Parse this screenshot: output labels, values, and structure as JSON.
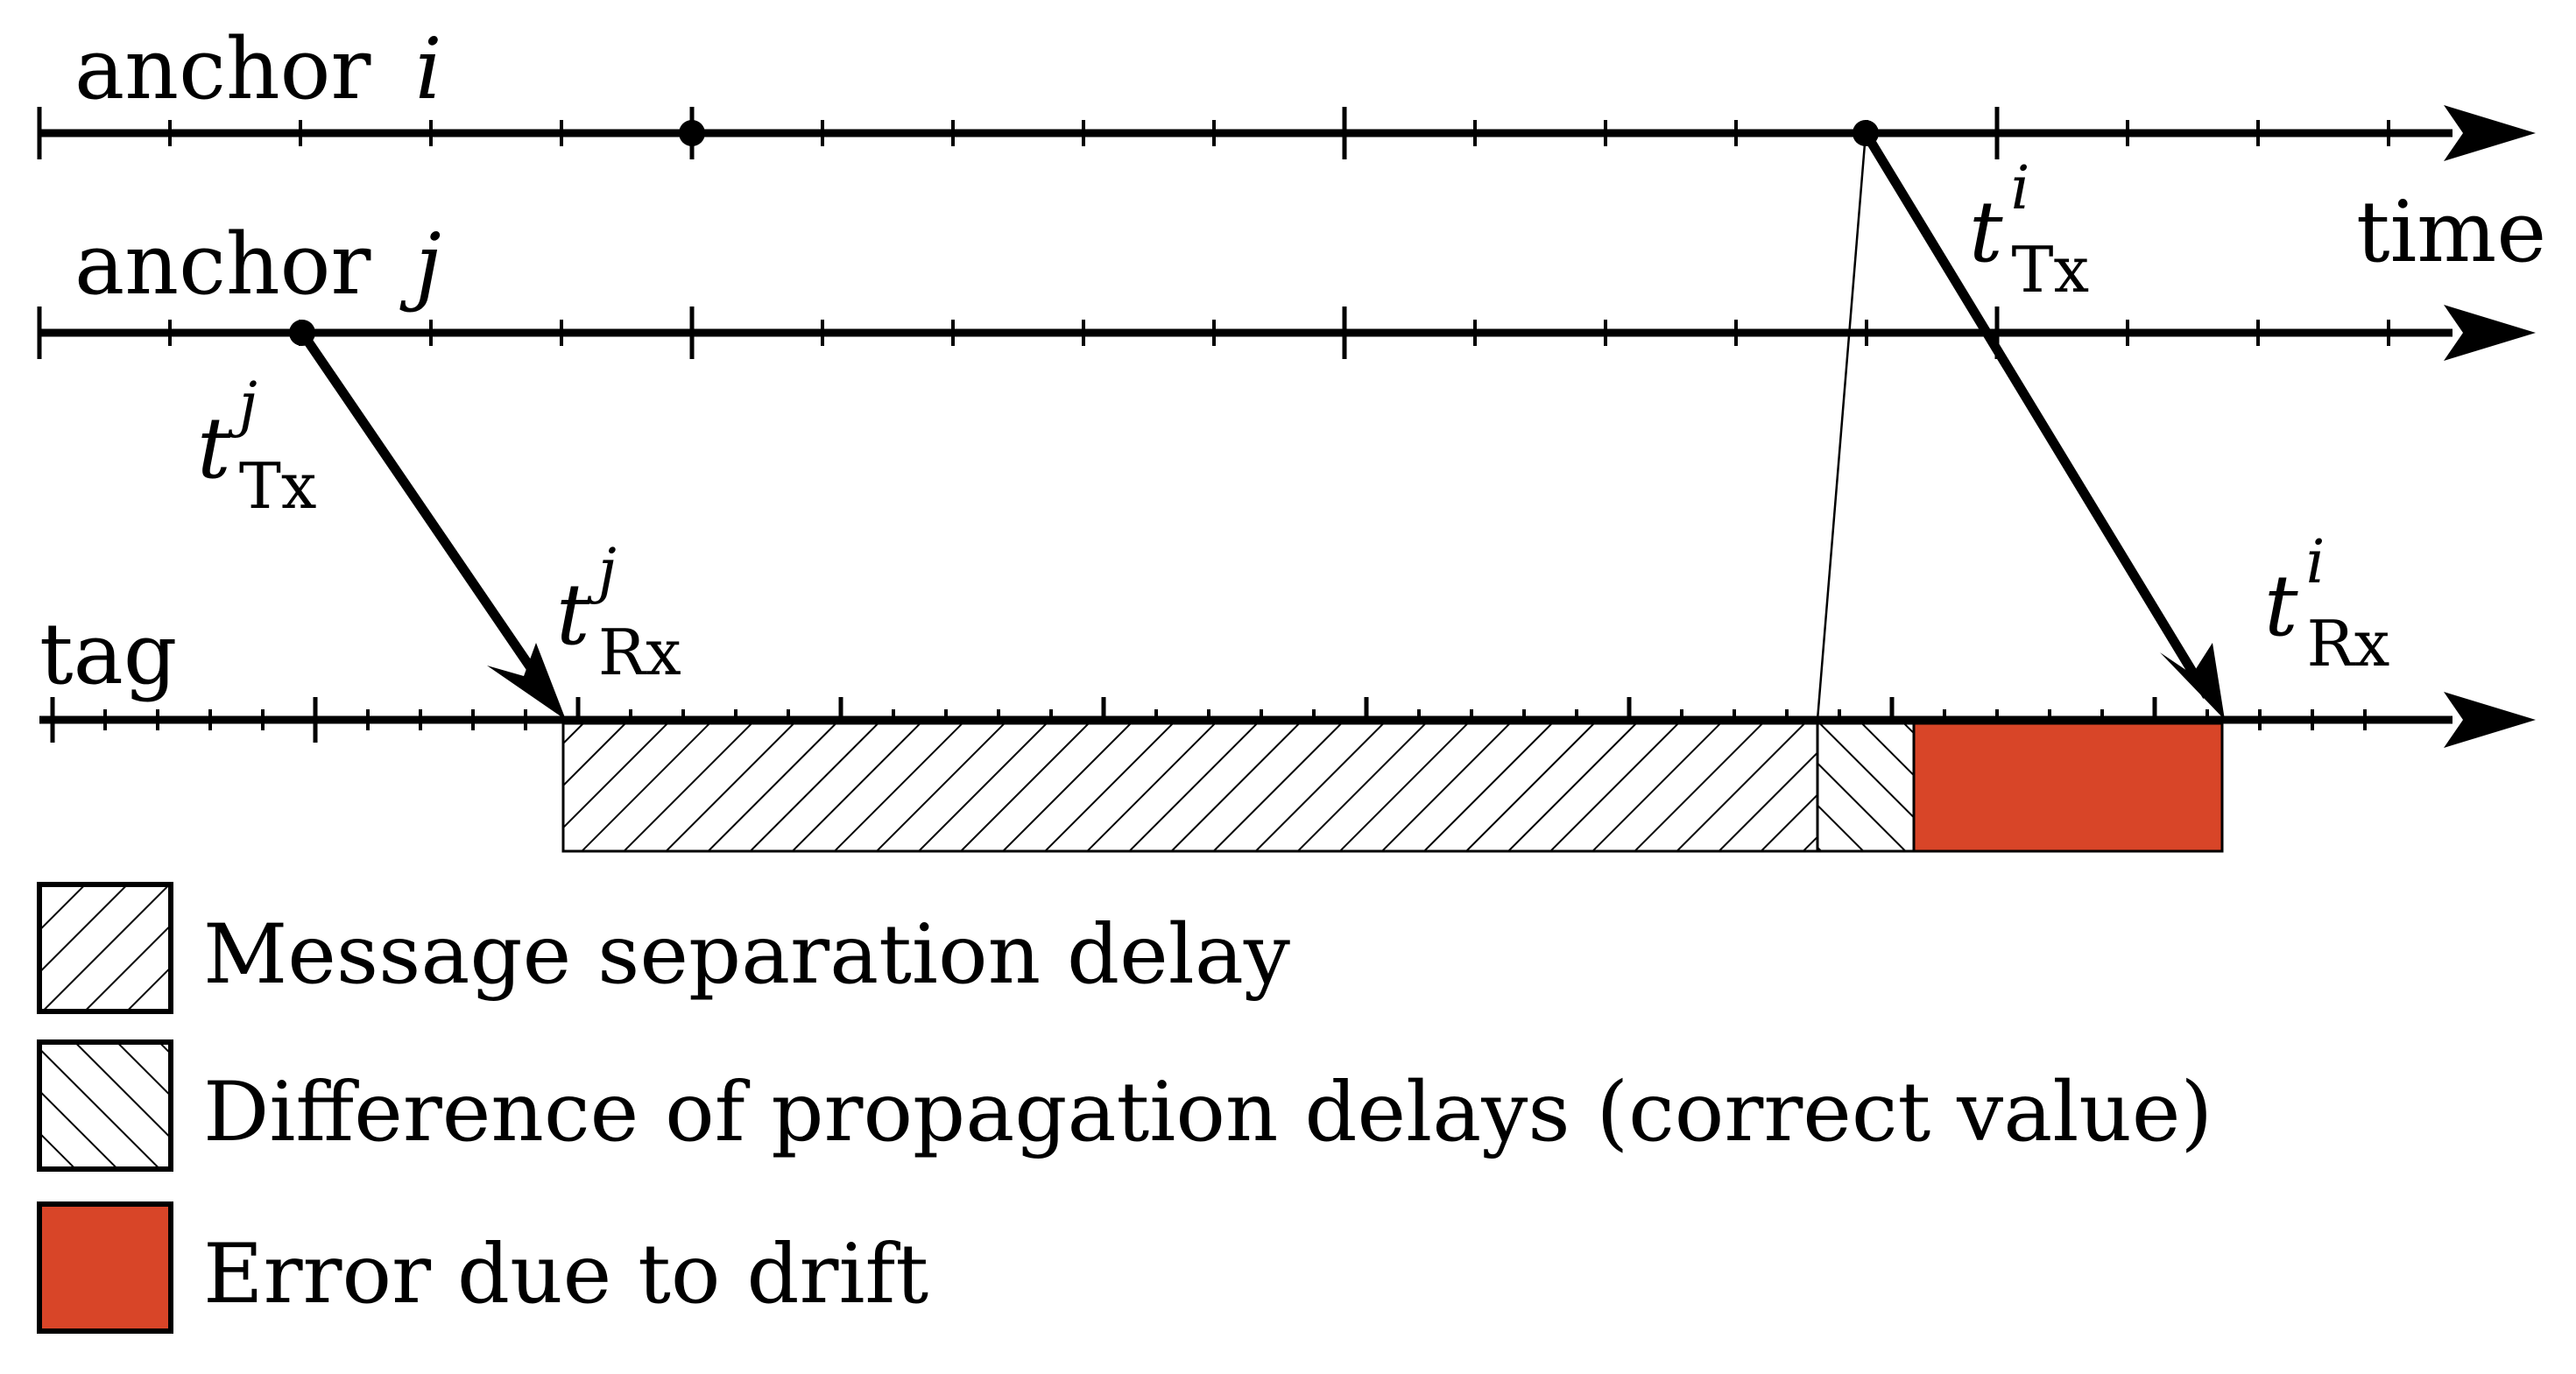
{
  "timeline_labels": {
    "anchor_i_word": "anchor",
    "anchor_i_var": "i",
    "anchor_j_word": "anchor",
    "anchor_j_var": "j",
    "tag": "tag",
    "time": "time"
  },
  "timestamps": {
    "tx_i": {
      "base": "t",
      "sup": "i",
      "sub": "Tx"
    },
    "tx_j": {
      "base": "t",
      "sup": "j",
      "sub": "Tx"
    },
    "rx_j": {
      "base": "t",
      "sup": "j",
      "sub": "Rx"
    },
    "rx_i": {
      "base": "t",
      "sup": "i",
      "sub": "Rx"
    }
  },
  "legend": {
    "items": [
      {
        "label": "Message separation delay",
        "pattern": "backslash-hatch"
      },
      {
        "label": "Difference of propagation delays (correct value)",
        "pattern": "slash-hatch"
      },
      {
        "label": "Error due to drift",
        "pattern": "solid",
        "color": "#d84528"
      }
    ]
  },
  "colors": {
    "line": "#000000",
    "drift_error": "#d84528",
    "background": "#ffffff"
  }
}
